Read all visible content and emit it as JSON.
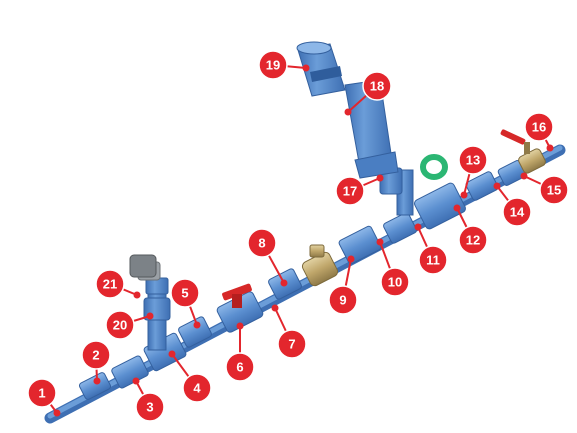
{
  "photo": {
    "subject": "pipe-assembly",
    "colors": {
      "pipe": "#5b8fd0",
      "pipe_dark": "#3e6fb3",
      "pipe_light": "#8db7e8",
      "brass": "#c8b27c",
      "red_handle": "#d62828",
      "badge": "#e3262d",
      "green_ring": "#2bb673"
    }
  },
  "callouts": [
    "1",
    "2",
    "3",
    "4",
    "5",
    "6",
    "7",
    "8",
    "9",
    "10",
    "11",
    "12",
    "13",
    "14",
    "15",
    "16",
    "17",
    "18",
    "19",
    "20",
    "21"
  ]
}
